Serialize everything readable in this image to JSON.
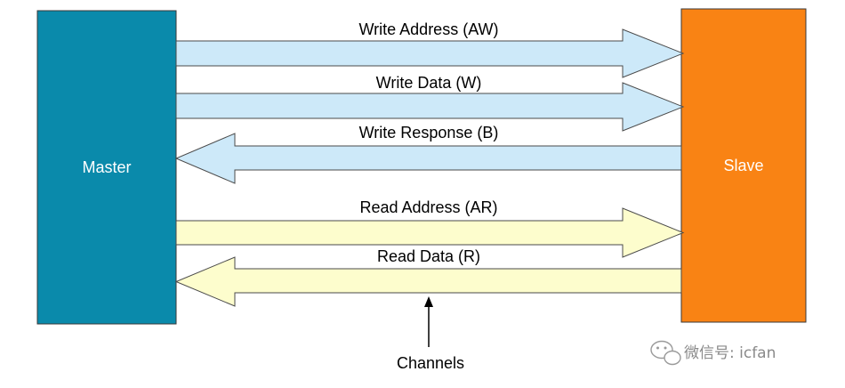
{
  "master": {
    "label": "Master",
    "color": "#0a8aab"
  },
  "slave": {
    "label": "Slave",
    "color": "#f98314"
  },
  "colors": {
    "write_channel": "#cde9f9",
    "read_channel": "#fdfdcd",
    "outline": "#4a4a4a"
  },
  "channels": [
    {
      "label": "Write Address (AW)",
      "direction": "master-to-slave",
      "kind": "write"
    },
    {
      "label": "Write Data (W)",
      "direction": "master-to-slave",
      "kind": "write"
    },
    {
      "label": "Write Response (B)",
      "direction": "slave-to-master",
      "kind": "write"
    },
    {
      "label": "Read Address (AR)",
      "direction": "master-to-slave",
      "kind": "read"
    },
    {
      "label": "Read Data (R)",
      "direction": "slave-to-master",
      "kind": "read"
    }
  ],
  "callout": {
    "label": "Channels"
  },
  "watermark": {
    "text": "微信号: icfan",
    "icon": "wechat-icon"
  }
}
